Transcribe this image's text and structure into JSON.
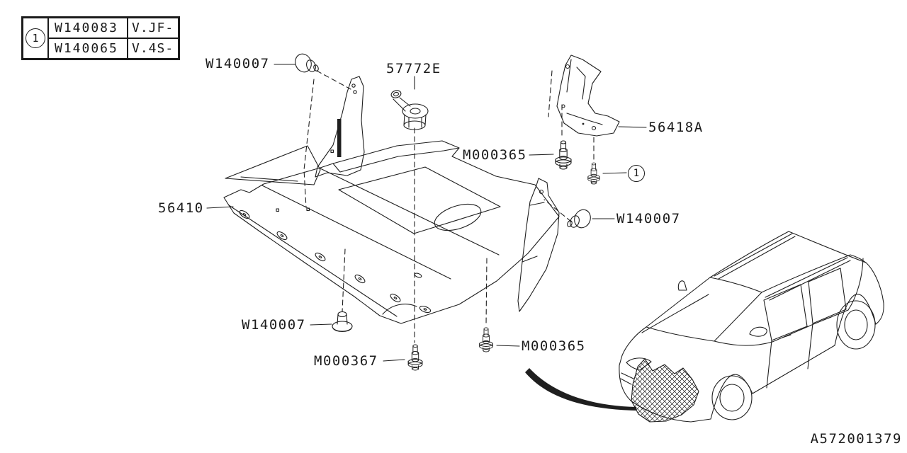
{
  "page": {
    "background": "#ffffff",
    "line_color": "#1f1f1f"
  },
  "ref_table": {
    "ref_label": "1",
    "rows": [
      {
        "part_number": "W140083",
        "applicability": "V.JF-"
      },
      {
        "part_number": "W140065",
        "applicability": "V.4S-"
      }
    ]
  },
  "callouts": {
    "w140007_top": "W140007",
    "p57772e": "57772E",
    "m000365_top": "M000365",
    "p56418a": "56418A",
    "ref_circle": "1",
    "p56410": "56410",
    "w140007_right": "W140007",
    "w140007_bottom": "W140007",
    "m000367": "M000367",
    "m000365_bottom": "M000365"
  },
  "footer": {
    "diagram_code": "A572001379"
  }
}
